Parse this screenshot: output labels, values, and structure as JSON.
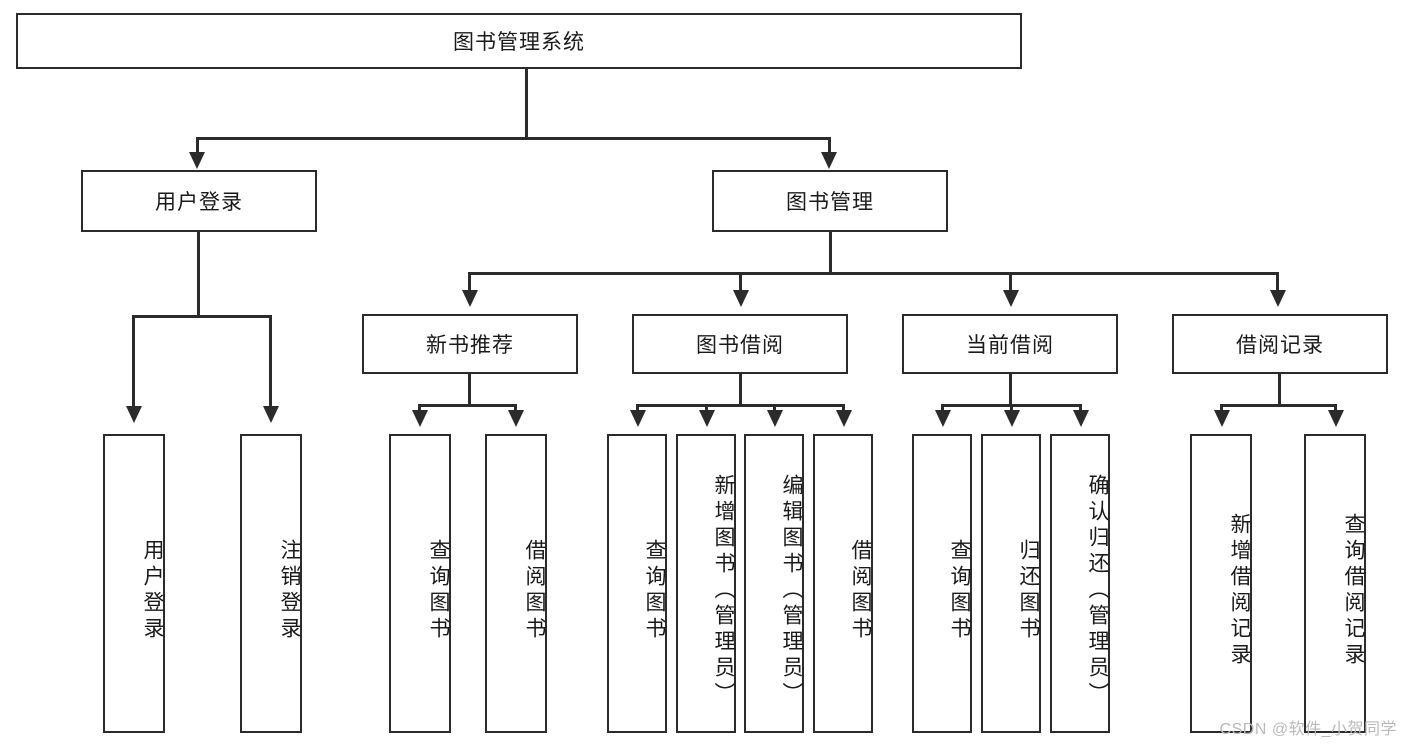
{
  "diagram": {
    "type": "hierarchy-tree",
    "title": "图书管理系统",
    "root": {
      "id": "root",
      "label": "图书管理系统",
      "orientation": "horizontal"
    },
    "level1": [
      {
        "id": "user-login",
        "label": "用户登录",
        "orientation": "horizontal"
      },
      {
        "id": "book-manage",
        "label": "图书管理",
        "orientation": "horizontal"
      }
    ],
    "level2": [
      {
        "id": "new-book-recommend",
        "label": "新书推荐",
        "parent": "book-manage",
        "orientation": "horizontal"
      },
      {
        "id": "book-borrow",
        "label": "图书借阅",
        "parent": "book-manage",
        "orientation": "horizontal"
      },
      {
        "id": "current-borrow",
        "label": "当前借阅",
        "parent": "book-manage",
        "orientation": "horizontal"
      },
      {
        "id": "borrow-record",
        "label": "借阅记录",
        "parent": "book-manage",
        "orientation": "horizontal"
      }
    ],
    "leaves": [
      {
        "id": "leaf-user-login",
        "label": "用户登录",
        "parent": "user-login",
        "orientation": "vertical"
      },
      {
        "id": "leaf-user-logout",
        "label": "注销登录",
        "parent": "user-login",
        "orientation": "vertical"
      },
      {
        "id": "leaf-query-book-1",
        "label": "查询图书",
        "parent": "new-book-recommend",
        "orientation": "vertical"
      },
      {
        "id": "leaf-borrow-book-1",
        "label": "借阅图书",
        "parent": "new-book-recommend",
        "orientation": "vertical"
      },
      {
        "id": "leaf-query-book-2",
        "label": "查询图书",
        "parent": "book-borrow",
        "orientation": "vertical"
      },
      {
        "id": "leaf-add-book",
        "label": "新增图书（管理员）",
        "parent": "book-borrow",
        "orientation": "vertical"
      },
      {
        "id": "leaf-edit-book",
        "label": "编辑图书（管理员）",
        "parent": "book-borrow",
        "orientation": "vertical"
      },
      {
        "id": "leaf-borrow-book-2",
        "label": "借阅图书",
        "parent": "book-borrow",
        "orientation": "vertical"
      },
      {
        "id": "leaf-query-book-3",
        "label": "查询图书",
        "parent": "current-borrow",
        "orientation": "vertical"
      },
      {
        "id": "leaf-return-book",
        "label": "归还图书",
        "parent": "current-borrow",
        "orientation": "vertical"
      },
      {
        "id": "leaf-confirm-return",
        "label": "确认归还（管理员）",
        "parent": "current-borrow",
        "orientation": "vertical"
      },
      {
        "id": "leaf-add-record",
        "label": "新增借阅记录",
        "parent": "borrow-record",
        "orientation": "vertical"
      },
      {
        "id": "leaf-query-record",
        "label": "查询借阅记录",
        "parent": "borrow-record",
        "orientation": "vertical"
      }
    ],
    "colors": {
      "stroke": "#2b2b2b",
      "fill": "#ffffff",
      "text": "#1a1a1a",
      "watermark": "#b9b9b9"
    }
  },
  "watermark": {
    "text": "CSDN @软件_小贺同学"
  }
}
